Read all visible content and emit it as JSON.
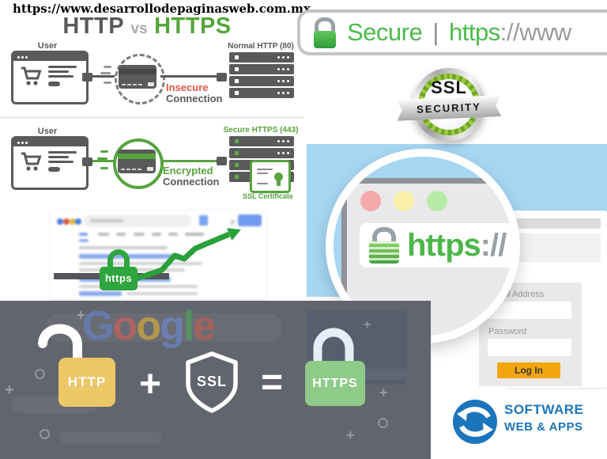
{
  "page": {
    "url": "https://www.desarrollodepaginasweb.com.mx"
  },
  "title": {
    "http": "HTTP",
    "vs": "vs",
    "https": "HTTPS"
  },
  "insecure_diagram": {
    "user_label": "User",
    "server_label": "Normal HTTP (80)",
    "status_line1": "Insecure",
    "status_line2": "Connection"
  },
  "secure_diagram": {
    "user_label": "User",
    "server_label": "Secure HTTPS (443)",
    "status_line1": "Encrypted",
    "status_line2": "Connection",
    "certificate_label": "SSL Certificate"
  },
  "search_trend": {
    "padlock_label": "https"
  },
  "address_bar": {
    "secure_label": "Secure",
    "separator": "|",
    "protocol": "https",
    "url_rest": "://www"
  },
  "ssl_badge": {
    "line1": "SSL",
    "line2": "SECURITY"
  },
  "magnifier": {
    "protocol": "https",
    "url_rest": "://"
  },
  "login_form": {
    "email_label": "Email Address",
    "password_label": "Password",
    "login_button": "Log In"
  },
  "equation": {
    "google_letters": [
      {
        "ch": "G"
      },
      {
        "ch": "o"
      },
      {
        "ch": "o"
      },
      {
        "ch": "g"
      },
      {
        "ch": "l"
      },
      {
        "ch": "e"
      }
    ],
    "http_label": "HTTP",
    "plus": "+",
    "ssl_label": "SSL",
    "equals": "=",
    "https_label": "HTTPS"
  },
  "brand": {
    "name": "SOFTWARE",
    "tagline": "WEB & APPS"
  },
  "colors": {
    "green": "#57a33e",
    "secure_green": "#4cbb4a",
    "red": "#e2544a",
    "dark_gray": "#595a5c",
    "panel_blue": "#a6d6f2",
    "overlay_gray": "#62656d",
    "button_orange": "#f2a50c",
    "brand_blue": "#1b75bc",
    "http_lock_yellow": "#ecc768",
    "https_lock_green": "#8fcb88",
    "google": [
      "#647fc0",
      "#c5625a",
      "#cfa83f",
      "#6b87c9",
      "#4f9e5e",
      "#b95f55"
    ]
  }
}
